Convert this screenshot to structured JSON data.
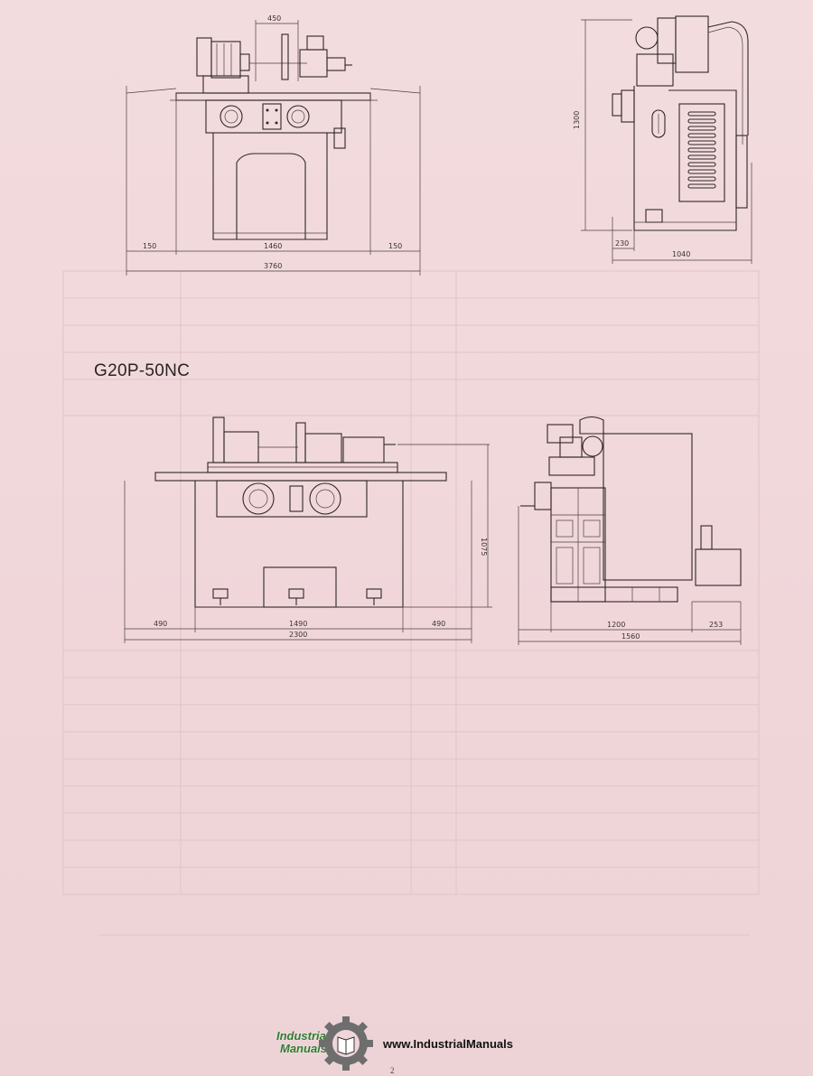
{
  "model_label": "G20P-50NC",
  "top_front_view": {
    "dimensions": {
      "top_width": "450",
      "left_overhang": "150",
      "base_width": "1460",
      "right_overhang": "150",
      "overall_width": "3760"
    }
  },
  "top_side_view": {
    "dimensions": {
      "height": "1300",
      "front_offset": "230",
      "depth": "1040"
    }
  },
  "bottom_front_view": {
    "dimensions": {
      "left_overhang": "490",
      "base_width": "1490",
      "right_overhang": "490",
      "overall_width": "2300",
      "height": "1075"
    }
  },
  "bottom_side_view": {
    "dimensions": {
      "base_depth": "1200",
      "tank_offset": "253",
      "overall_depth": "1560"
    }
  },
  "footer": {
    "logo_line1": "Industrial",
    "logo_line2": "Manuals",
    "url": "www.IndustrialManuals",
    "page_number": "2"
  },
  "colors": {
    "paper": "#f1d9db",
    "ink": "#2e2628",
    "logo_green": "#2e7d32"
  },
  "icons": [
    "gear-logo-icon"
  ]
}
